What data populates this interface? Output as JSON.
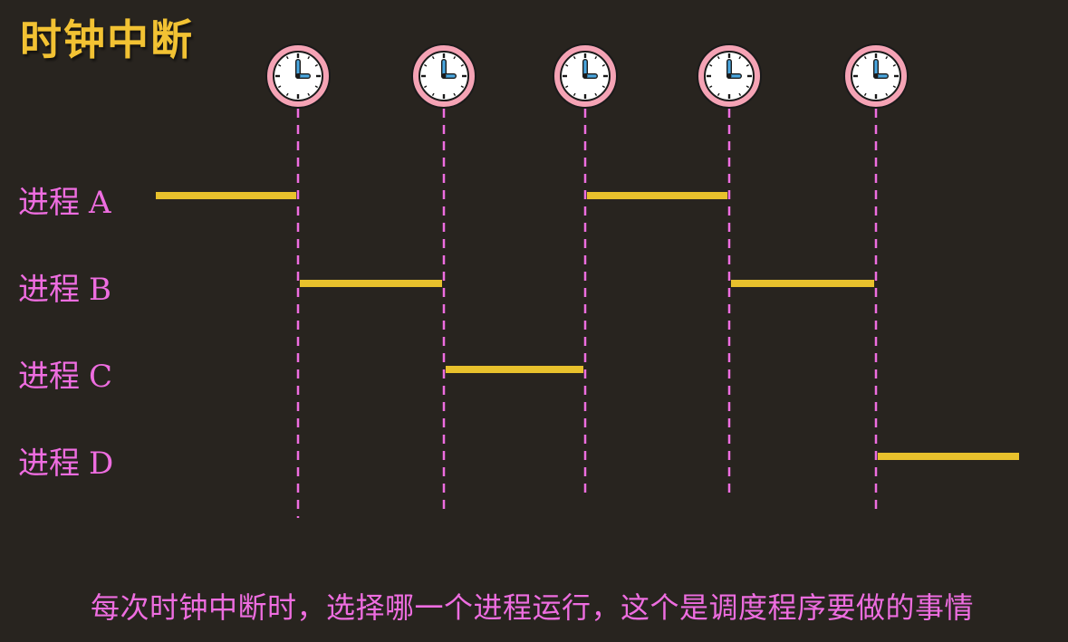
{
  "title": "时钟中断",
  "processes": [
    {
      "name": "进程",
      "letter": "A"
    },
    {
      "name": "进程",
      "letter": "B"
    },
    {
      "name": "进程",
      "letter": "C"
    },
    {
      "name": "进程",
      "letter": "D"
    }
  ],
  "clock_icon": "clock-icon",
  "clock_tick_count": 5,
  "run_segments": [
    {
      "process": "A",
      "from_tick": 0,
      "to_tick": 1
    },
    {
      "process": "B",
      "from_tick": 1,
      "to_tick": 2
    },
    {
      "process": "C",
      "from_tick": 2,
      "to_tick": 3
    },
    {
      "process": "A",
      "from_tick": 3,
      "to_tick": 4
    },
    {
      "process": "B",
      "from_tick": 4,
      "to_tick": 5
    },
    {
      "process": "D",
      "from_tick": 5,
      "to_tick": 6
    }
  ],
  "caption": "每次时钟中断时，选择哪一个进程运行，这个是调度程序要做的事情",
  "colors": {
    "background": "#28241f",
    "title": "#f2c233",
    "label": "#ee6de0",
    "segment": "#e8c12c",
    "dashed_line": "#ee6de0",
    "clock_rim": "#f5a3b5",
    "clock_face": "#ffffff",
    "clock_hands": "#4aa7e0"
  }
}
